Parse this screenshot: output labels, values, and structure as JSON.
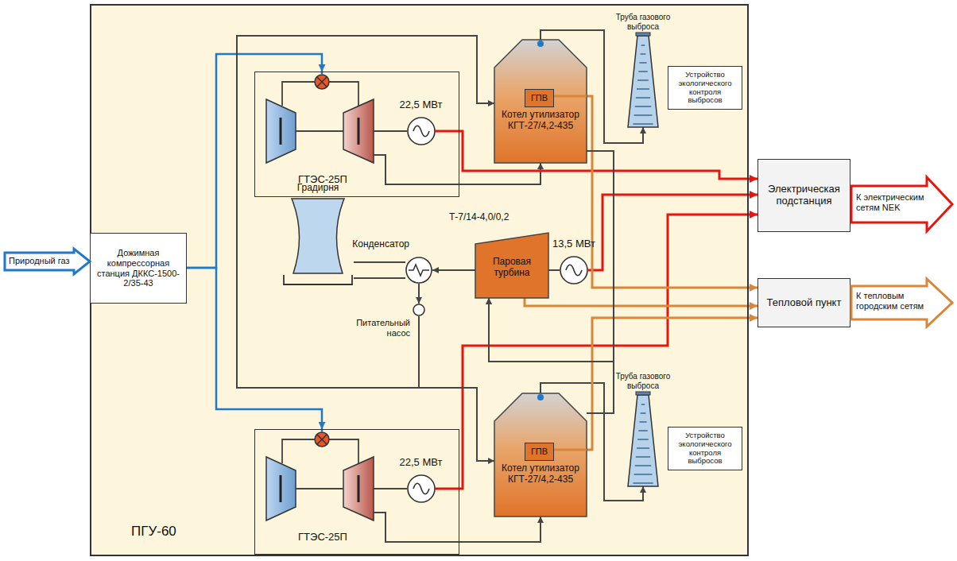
{
  "diagram": {
    "nodes": [
      {
        "text": [
          "ПГУ-60"
        ]
      },
      {
        "text": [
          "Природный газ"
        ]
      },
      {
        "text": [
          "Дожимная компрессорная станция ДККС-1500-2/35-43"
        ],
        "in": 0
      },
      {
        "text": [
          "ГТЭС-25П"
        ],
        "in": 0
      },
      {
        "text": [
          "22,5 МВт"
        ],
        "in": 3
      },
      {
        "text": [
          "Котел утилизатор КГТ-27/4,2-435"
        ],
        "in": 0
      },
      {
        "text": [
          "ГПВ"
        ],
        "in": 5
      },
      {
        "text": [
          "Труба газового выброса"
        ],
        "in": 0
      },
      {
        "text": [
          "Устройство экологического контроля выбросов"
        ],
        "in": 0
      },
      {
        "text": [
          "Градирня"
        ],
        "in": 0
      },
      {
        "text": [
          "Конденсатор"
        ],
        "in": 0
      },
      {
        "text": [
          "Питательный насос"
        ],
        "in": 0
      },
      {
        "text": [
          "Т-7/14-4,0/0,2",
          "Паровая турбина"
        ],
        "in": 0
      },
      {
        "text": [
          "13,5 МВт"
        ],
        "in": 0
      },
      {
        "text": [
          "ГТЭС-25П"
        ],
        "in": 0
      },
      {
        "text": [
          "22,5 МВт"
        ],
        "in": 14
      },
      {
        "text": [
          "Котел утилизатор КГТ-27/4,2-435"
        ],
        "in": 0
      },
      {
        "text": [
          "ГПВ"
        ],
        "in": 16
      },
      {
        "text": [
          "Труба газового выброса"
        ],
        "in": 0
      },
      {
        "text": [
          "Устройство экологического контроля выбросов"
        ],
        "in": 0
      },
      {
        "text": [
          "Электрическая подстанция"
        ]
      },
      {
        "text": [
          "Тепловой пункт"
        ]
      },
      {
        "text": [
          "К электрическим сетям NEK"
        ]
      },
      {
        "text": [
          "К тепловым городским сетям"
        ]
      }
    ],
    "edges": [
      {
        "from": 2,
        "to": 3,
        "arrow": "to"
      },
      {
        "from": 2,
        "to": 14,
        "arrow": "to"
      },
      {
        "from": 3,
        "to": 5,
        "arrow": "to"
      },
      {
        "from": 14,
        "to": 16,
        "arrow": "to"
      },
      {
        "from": 5,
        "to": 7,
        "arrow": "to"
      },
      {
        "from": 16,
        "to": 18,
        "arrow": "to"
      },
      {
        "from": 4,
        "to": 20,
        "arrow": "to"
      },
      {
        "from": 13,
        "to": 20,
        "arrow": "to"
      },
      {
        "from": 15,
        "to": 20,
        "arrow": "to"
      },
      {
        "from": 6,
        "to": 21,
        "arrow": "to"
      },
      {
        "from": 12,
        "to": 21,
        "arrow": "to"
      },
      {
        "from": 17,
        "to": 21,
        "arrow": "to"
      },
      {
        "from": 5,
        "to": 12,
        "arrow": "to"
      },
      {
        "from": 16,
        "to": 12,
        "arrow": "to"
      },
      {
        "from": 12,
        "to": 10,
        "arrow": "to"
      },
      {
        "from": 10,
        "to": 11,
        "arrow": "to"
      },
      {
        "from": 11,
        "to": 5,
        "arrow": "to"
      },
      {
        "from": 11,
        "to": 16,
        "arrow": "to"
      },
      {
        "from": 9,
        "to": 10,
        "arrow": "none"
      },
      {
        "from": 10,
        "to": 9,
        "arrow": "none"
      },
      {
        "from": 12,
        "to": 13,
        "arrow": "none"
      }
    ]
  }
}
